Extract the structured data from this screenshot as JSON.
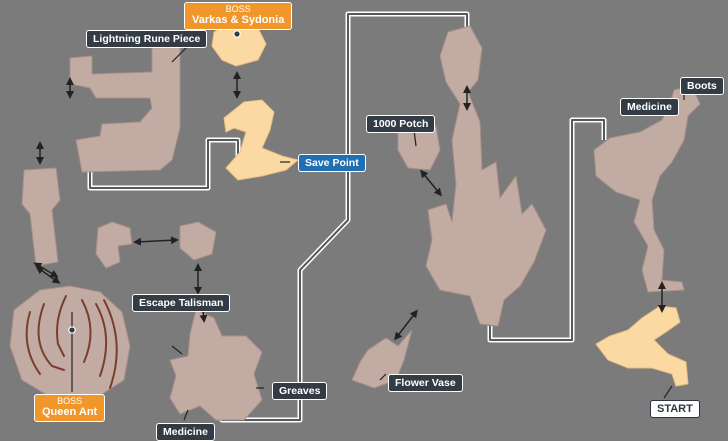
{
  "colors": {
    "background": "#7b7b7b",
    "room": "#c2aba3",
    "highlight_room": "#fbd9a3",
    "path_line": "#ffffff",
    "label_dark": "#333c45",
    "label_blue": "#1f6fb3",
    "boss_orange": "#f0962a",
    "ridge": "#7a3e2c"
  },
  "labels": {
    "lightning_rune_piece": "Lightning Rune Piece",
    "save_point": "Save Point",
    "escape_talisman": "Escape Talisman",
    "greaves": "Greaves",
    "medicine_bottom": "Medicine",
    "potch": "1000 Potch",
    "flower_vase": "Flower Vase",
    "medicine_right": "Medicine",
    "boots": "Boots",
    "start": "START"
  },
  "bosses": {
    "varkas": {
      "tag": "BOSS",
      "name": "Varkas & Sydonia"
    },
    "queen_ant": {
      "tag": "BOSS",
      "name": "Queen Ant"
    }
  },
  "icons": [
    "arrow-icon",
    "marker-dot-icon"
  ]
}
